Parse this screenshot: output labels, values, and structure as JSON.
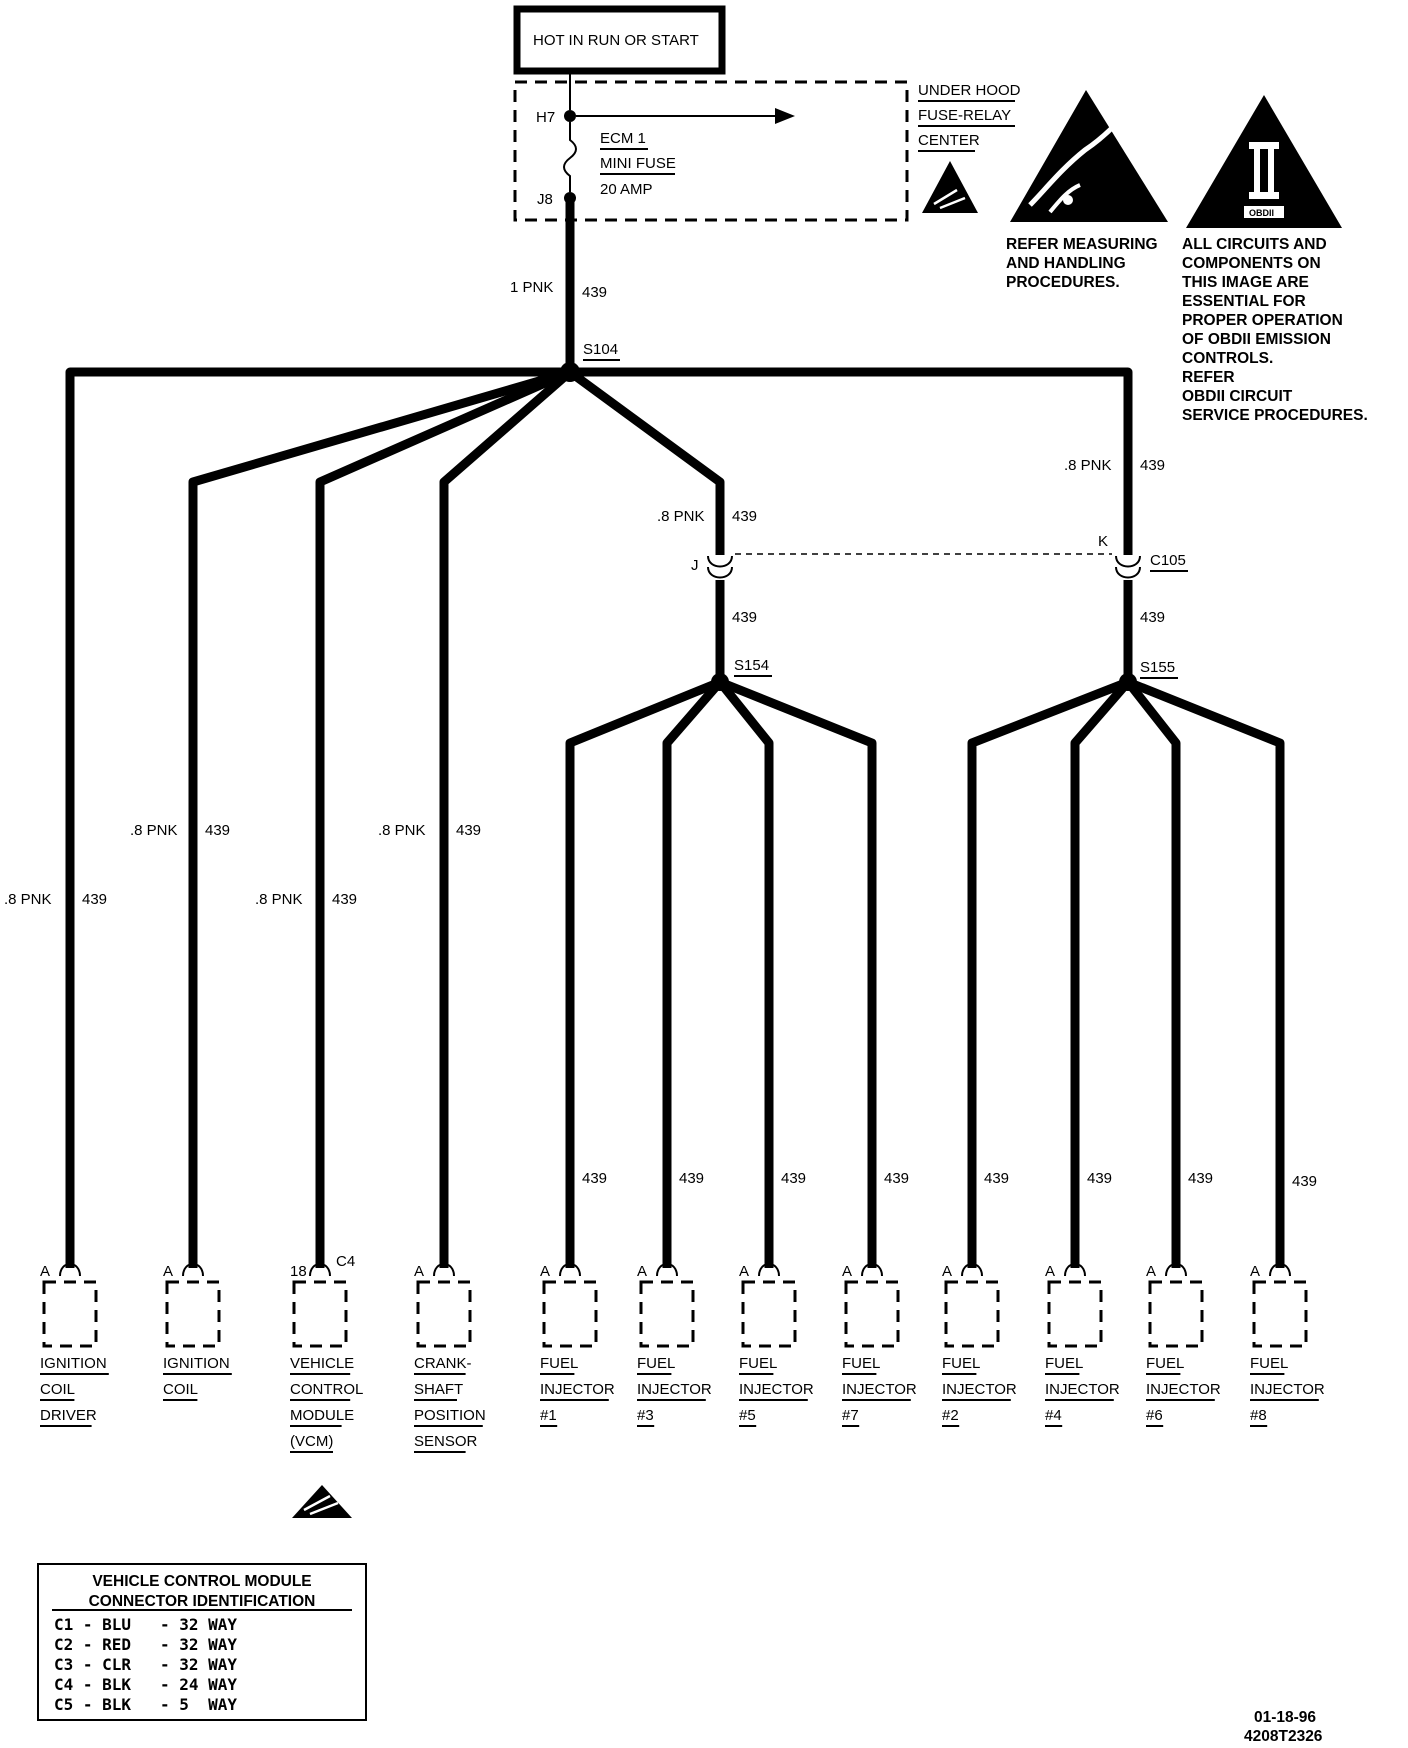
{
  "power": {
    "hot_label": "HOT IN RUN OR START",
    "fuse_center": [
      "UNDER HOOD",
      "FUSE-RELAY",
      "CENTER"
    ],
    "fuse_top_pin": "H7",
    "fuse_bottom_pin": "J8",
    "fuse_name": [
      "ECM 1",
      "MINI FUSE",
      "20 AMP"
    ]
  },
  "main_wire": {
    "gauge": "1 PNK",
    "circuit": "439"
  },
  "splices": {
    "main": "S104",
    "left": "S154",
    "right": "S155"
  },
  "connector": {
    "name": "C105",
    "pin_left": "J",
    "pin_right": "K"
  },
  "wire_labels": {
    "pnk_8": ".8 PNK",
    "circuit": "439"
  },
  "components": [
    {
      "pin": "A",
      "lines": [
        "IGNITION",
        "COIL",
        "DRIVER"
      ]
    },
    {
      "pin": "A",
      "lines": [
        "IGNITION",
        "COIL"
      ]
    },
    {
      "pin": "18",
      "connector": "C4",
      "lines": [
        "VEHICLE",
        "CONTROL",
        "MODULE",
        "(VCM)"
      ]
    },
    {
      "pin": "A",
      "lines": [
        "CRANK-",
        "SHAFT",
        "POSITION",
        "SENSOR"
      ]
    },
    {
      "pin": "A",
      "lines": [
        "FUEL",
        "INJECTOR",
        "#1"
      ]
    },
    {
      "pin": "A",
      "lines": [
        "FUEL",
        "INJECTOR",
        "#3"
      ]
    },
    {
      "pin": "A",
      "lines": [
        "FUEL",
        "INJECTOR",
        "#5"
      ]
    },
    {
      "pin": "A",
      "lines": [
        "FUEL",
        "INJECTOR",
        "#7"
      ]
    },
    {
      "pin": "A",
      "lines": [
        "FUEL",
        "INJECTOR",
        "#2"
      ]
    },
    {
      "pin": "A",
      "lines": [
        "FUEL",
        "INJECTOR",
        "#4"
      ]
    },
    {
      "pin": "A",
      "lines": [
        "FUEL",
        "INJECTOR",
        "#6"
      ]
    },
    {
      "pin": "A",
      "lines": [
        "FUEL",
        "INJECTOR",
        "#8"
      ]
    }
  ],
  "notes": {
    "esd": [
      "REFER MEASURING",
      "AND HANDLING",
      "PROCEDURES."
    ],
    "obd": [
      "ALL CIRCUITS AND",
      "COMPONENTS ON",
      "THIS IMAGE ARE",
      "ESSENTIAL FOR",
      "PROPER OPERATION",
      "OF OBDII EMISSION",
      "CONTROLS.",
      "REFER",
      "OBDII CIRCUIT",
      "SERVICE PROCEDURES."
    ],
    "obd_symbol": "OBDII"
  },
  "vcm_table": {
    "title": [
      "VEHICLE CONTROL MODULE",
      "CONNECTOR IDENTIFICATION"
    ],
    "rows": [
      "C1 - BLU   - 32 WAY",
      "C2 - RED   - 32 WAY",
      "C3 - CLR   - 32 WAY",
      "C4 - BLK   - 24 WAY",
      "C5 - BLK   - 5  WAY"
    ]
  },
  "footer": {
    "date": "01-18-96",
    "code": "4208T2326"
  },
  "icons": [
    "esd-warning-icon",
    "obd-warning-icon"
  ]
}
